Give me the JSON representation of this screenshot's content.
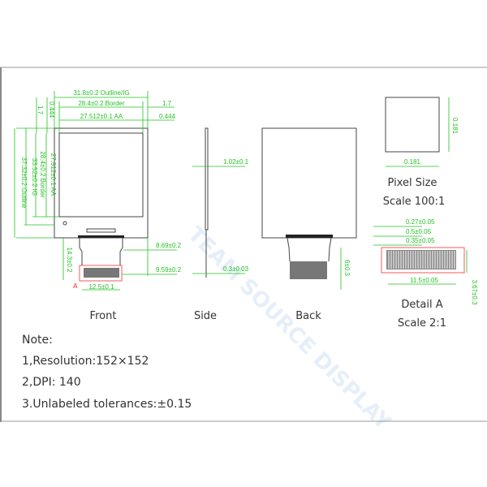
{
  "watermark": "TEAM SOURCE DISPLAY",
  "front": {
    "label": "Front",
    "dims": {
      "outline_w": "31.8±0.2 Outline/IG",
      "border_w": "28.4±0.2 Border",
      "aa_w": "27.512±0.1 AA",
      "outline_h": "37.32±0.2 Outline",
      "ig_h": "33.52±0.2 IG",
      "border_h": "28.4±0.2 Border",
      "aa_h": "27.512±0.1 AA",
      "left_17": "1.7",
      "left_0444": "0.444",
      "right_17": "1.7",
      "right_0444": "0.444",
      "fpc_869": "8.69±0.2",
      "fpc_959": "9.59±0.2",
      "fpc_len": "14.3±0.2",
      "fpc_w": "12.5±0.1",
      "detail_mark": "A"
    }
  },
  "side": {
    "label": "Side",
    "thickness": "1.02±0.1",
    "fpc_thickness": "0.3±0.03"
  },
  "back": {
    "label": "Back",
    "stiffener": "6±0.3"
  },
  "pixel": {
    "w": "0.181",
    "h": "0.181",
    "title": "Pixel Size",
    "scale": "Scale 100:1"
  },
  "detail": {
    "pitch1": "0.27±0.05",
    "pitch2": "0.5±0.05",
    "pitch3": "0.35±0.05",
    "width": "11.5±0.05",
    "height": "3.67±0.3",
    "title": "Detail A",
    "scale": "Scale 2:1"
  },
  "notes": {
    "title": "Note:",
    "items": [
      "1,Resolution:152×152",
      "2,DPI: 140",
      "3.Unlabeled tolerances:±0.15"
    ]
  },
  "colors": {
    "dimension": "#22c222",
    "outline": "#444444",
    "detail": "#e33333"
  }
}
